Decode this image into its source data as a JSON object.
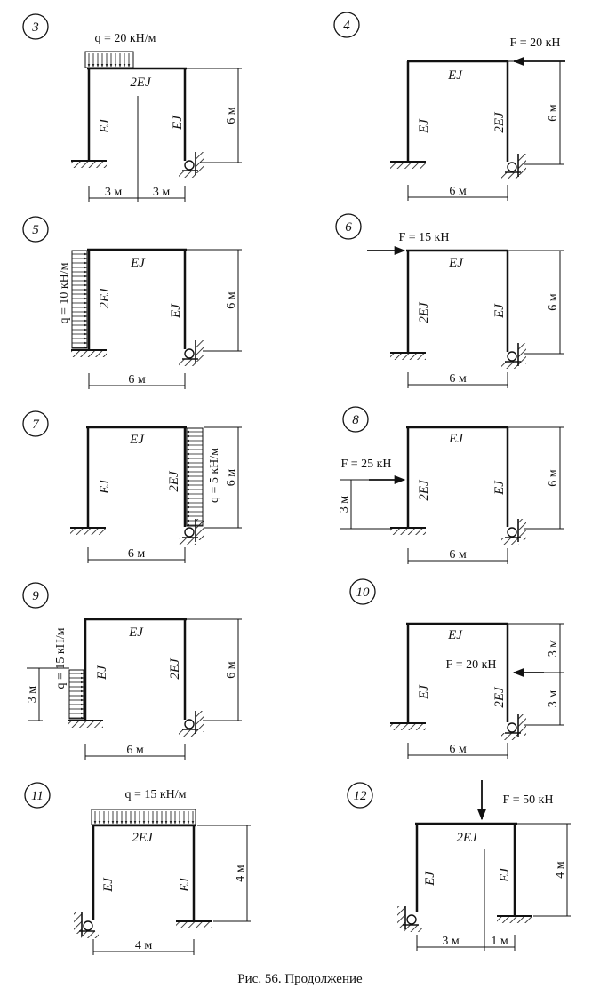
{
  "caption": "Рис. 56. Продолжение",
  "frames": [
    {
      "id": "3",
      "number": "3",
      "beam": "2EJ",
      "left_col": "EJ",
      "right_col": "EJ",
      "load": "q = 20 кН/м",
      "dims": [
        "3 м",
        "3 м",
        "6 м"
      ]
    },
    {
      "id": "4",
      "number": "4",
      "beam": "EJ",
      "left_col": "EJ",
      "right_col": "2EJ",
      "load": "F = 20 кН",
      "dims": [
        "6 м",
        "6 м"
      ]
    },
    {
      "id": "5",
      "number": "5",
      "beam": "EJ",
      "left_col": "2EJ",
      "right_col": "EJ",
      "load": "q = 10 кН/м",
      "dims": [
        "6 м",
        "6 м"
      ]
    },
    {
      "id": "6",
      "number": "6",
      "beam": "EJ",
      "left_col": "2EJ",
      "right_col": "EJ",
      "load": "F = 15 кН",
      "dims": [
        "6 м",
        "6 м"
      ]
    },
    {
      "id": "7",
      "number": "7",
      "beam": "EJ",
      "left_col": "EJ",
      "right_col": "2EJ",
      "load": "q = 5 кН/м",
      "dims": [
        "6 м",
        "6 м"
      ]
    },
    {
      "id": "8",
      "number": "8",
      "beam": "EJ",
      "left_col": "2EJ",
      "right_col": "EJ",
      "load": "F = 25 кН",
      "dims": [
        "3 м",
        "6 м",
        "6 м"
      ]
    },
    {
      "id": "9",
      "number": "9",
      "beam": "EJ",
      "left_col": "EJ",
      "right_col": "2EJ",
      "load": "q = 15 кН/м",
      "dims": [
        "3 м",
        "6 м",
        "6 м"
      ]
    },
    {
      "id": "10",
      "number": "10",
      "beam": "EJ",
      "left_col": "EJ",
      "right_col": "2EJ",
      "load": "F = 20 кН",
      "dims": [
        "3 м",
        "3 м",
        "6 м"
      ]
    },
    {
      "id": "11",
      "number": "11",
      "beam": "2EJ",
      "left_col": "EJ",
      "right_col": "EJ",
      "load": "q = 15 кН/м",
      "dims": [
        "4 м",
        "4 м"
      ]
    },
    {
      "id": "12",
      "number": "12",
      "beam": "2EJ",
      "left_col": "EJ",
      "right_col": "EJ",
      "load": "F = 50 кН",
      "dims": [
        "4 м",
        "3 м",
        "1 м"
      ]
    }
  ]
}
